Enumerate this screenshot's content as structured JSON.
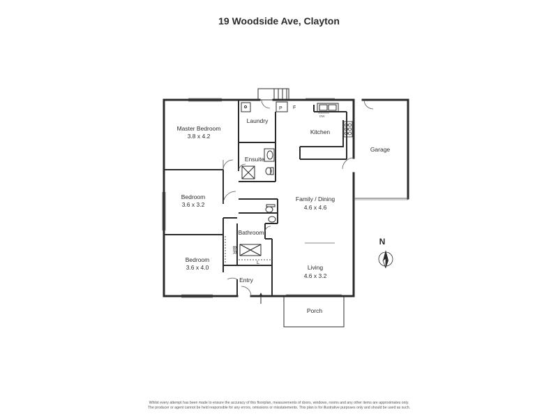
{
  "title": "19 Woodside Ave, Clayton",
  "rooms": {
    "master_bedroom": {
      "name": "Master Bedroom",
      "size": "3.8 x 4.2"
    },
    "laundry": {
      "name": "Laundry"
    },
    "kitchen": {
      "name": "Kitchen"
    },
    "ensuite": {
      "name": "Ensuite"
    },
    "garage": {
      "name": "Garage"
    },
    "bedroom2": {
      "name": "Bedroom",
      "size": "3.6 x 3.2"
    },
    "family_dining": {
      "name": "Family / Dining",
      "size": "4.6 x 4.6"
    },
    "bathroom": {
      "name": "Bathroom"
    },
    "bedroom3": {
      "name": "Bedroom",
      "size": "3.6 x 4.0"
    },
    "bir": {
      "name": "BIR"
    },
    "living": {
      "name": "Living",
      "size": "4.6 x 3.2"
    },
    "entry": {
      "name": "Entry"
    },
    "porch": {
      "name": "Porch"
    }
  },
  "markers": {
    "pantry": "P",
    "fridge": "F",
    "linen": "L",
    "dishwasher": "DW"
  },
  "compass": {
    "label": "N"
  },
  "disclaimer": {
    "line1": "Whilst every attempt has been made to ensure the accuracy of this floorplan, measurements of doors, windows, rooms and any other items are approximates only.",
    "line2": "The producer or agent cannot be held responsible for any errors, omissions or misstatements. This plan is for illustrative purposes only and should be used as such."
  },
  "colors": {
    "wall": "#2b2b2b",
    "thin": "#555555"
  }
}
